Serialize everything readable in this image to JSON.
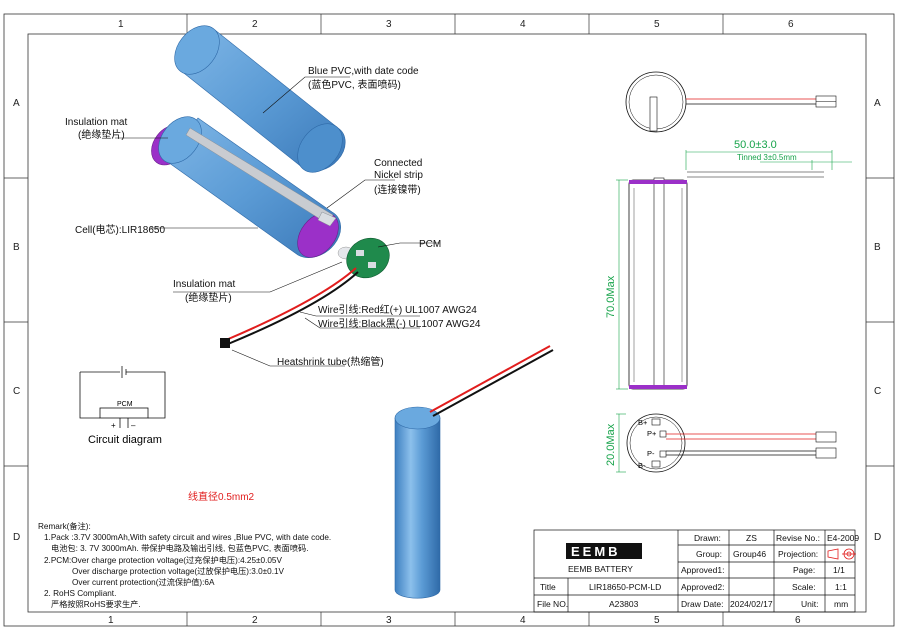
{
  "zones": {
    "cols_top": [
      "1",
      "2",
      "3",
      "4",
      "5",
      "6"
    ],
    "cols_bottom": [
      "1",
      "2",
      "3",
      "4",
      "5",
      "6"
    ],
    "rows_left": [
      "A",
      "B",
      "C",
      "D"
    ],
    "rows_right": [
      "A",
      "B",
      "C",
      "D"
    ]
  },
  "callouts": {
    "pvc_line1": "Blue PVC,with date code",
    "pvc_line2": "(蓝色PVC, 表面喷码)",
    "insulation_top_1": "Insulation mat",
    "insulation_top_2": "(绝缘垫片)",
    "nickel_1": "Connected",
    "nickel_2": "Nickel strip",
    "nickel_3": "(连接镍带)",
    "cell": "Cell(电芯):LIR18650",
    "pcm": "PCM",
    "insulation_bot_1": "Insulation mat",
    "insulation_bot_2": "(绝缘垫片)",
    "wire_red": "Wire引线:Red红(+) UL1007 AWG24",
    "wire_black": "Wire引线:Black黑(-) UL1007 AWG24",
    "heatshrink": "Heatshrink tube(热缩管)"
  },
  "circuit": {
    "pcm_box": "PCM",
    "caption": "Circuit diagram",
    "pad_plus": "+",
    "pad_minus": "–"
  },
  "wire_note": "线直径0.5mm2",
  "dimensions": {
    "length": "50.0±3.0",
    "tinned": "Tinned 3±0.5mm",
    "height": "70.0Max",
    "diameter": "20.0Max",
    "pad_bplus": "B+",
    "pad_pplus": "P+",
    "pad_pminus": "P-",
    "pad_bminus": "B-"
  },
  "remarks": {
    "title": "Remark(备注):",
    "lines": [
      "1.Pack :3.7V 3000mAh,With safety circuit and wires ,Blue PVC, with date code.",
      "电池包: 3. 7V 3000mAh. 带保护电路及输出引线, 包蓝色PVC, 表面喷码.",
      "2.PCM:Over charge protection voltage(过充保护电压):4.25±0.05V",
      "Over discharge protection voltage(过放保护电压):3.0±0.1V",
      "Over current protection(过流保护值):6A",
      "2. RoHS Compliant.",
      "严格按照RoHS要求生产."
    ]
  },
  "title_block": {
    "logo": "EEMB",
    "company": "EEMB BATTERY",
    "drawn_label": "Drawn:",
    "drawn_value": "ZS",
    "revise_label": "Revise No.:",
    "revise_value": "E4-2009",
    "group_label": "Group:",
    "group_value": "Group46",
    "projection_label": "Projection:",
    "approved1_label": "Approved1:",
    "page_label": "Page:",
    "page_value": "1/1",
    "title_label": "Title",
    "title_value": "LIR18650-PCM-LD",
    "approved2_label": "Approved2:",
    "scale_label": "Scale:",
    "scale_value": "1:1",
    "fileno_label": "File NO.",
    "fileno_value": "A23803",
    "date_label": "Draw Date:",
    "date_value": "2024/02/17",
    "unit_label": "Unit:",
    "unit_value": "mm"
  },
  "colors": {
    "cell_blue": "#5b9bd5",
    "insulation_purple": "#9b30c8",
    "pcm_green": "#1f8a4c",
    "dimension_green": "#16a34a",
    "wire_red": "#e11d1d",
    "wire_black": "#111111"
  }
}
